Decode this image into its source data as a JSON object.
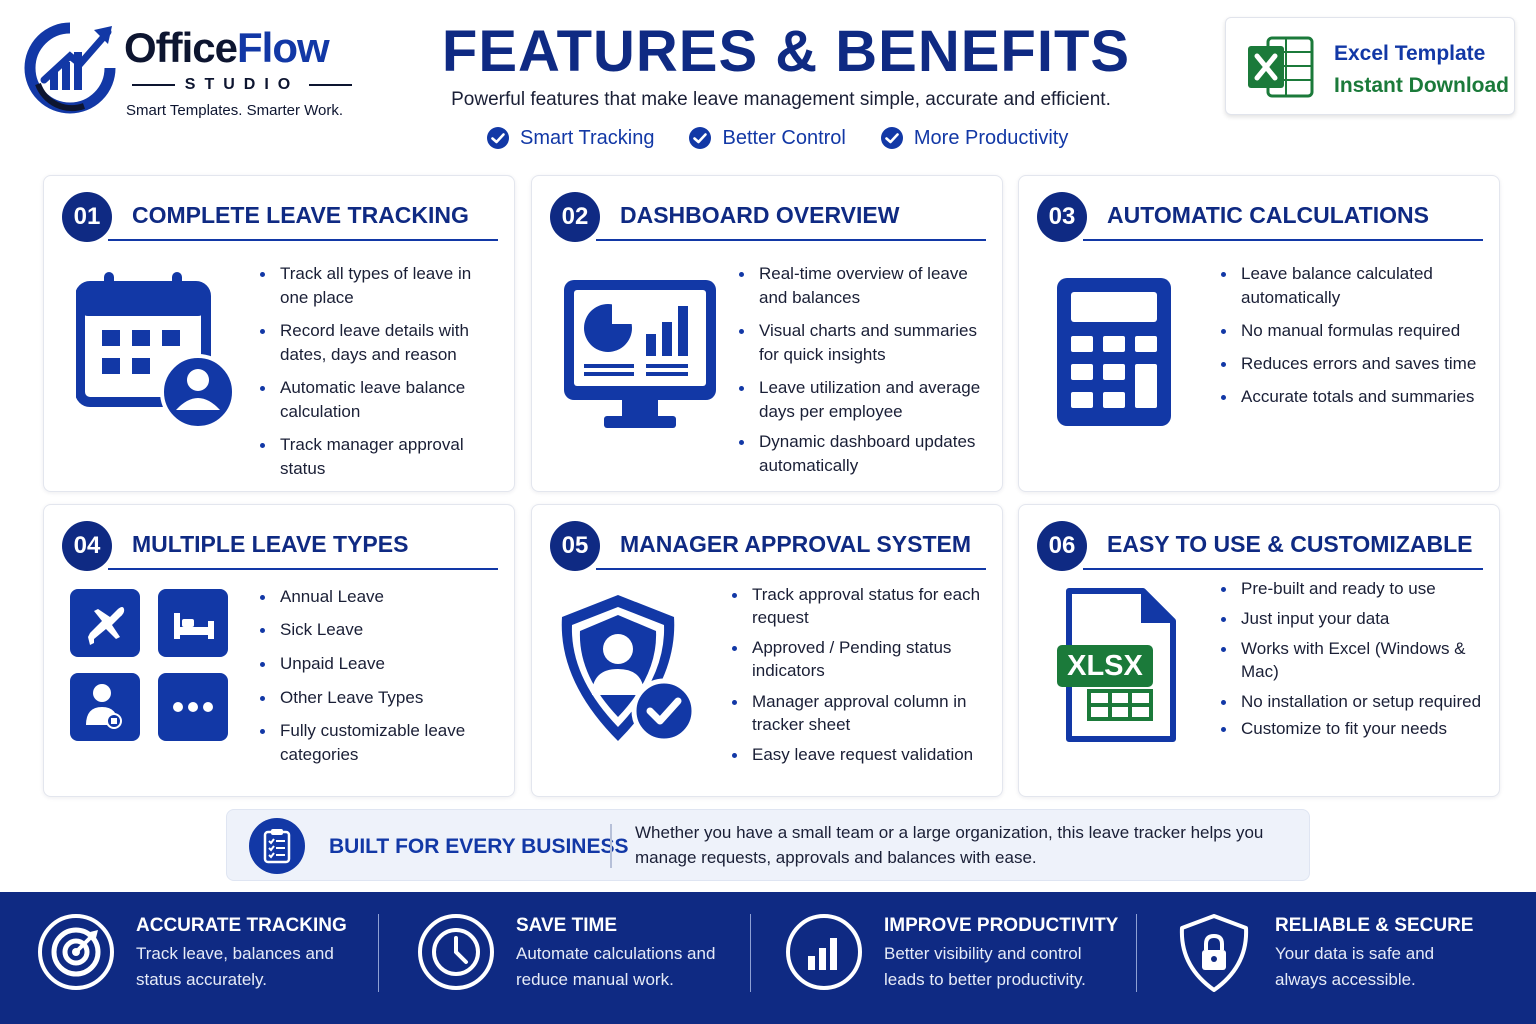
{
  "brand": {
    "name_part1": "Office",
    "name_part2": "Flow",
    "studio": "STUDIO",
    "tagline": "Smart Templates. Smarter Work."
  },
  "header": {
    "title": "FEATURES & BENEFITS",
    "subtitle": "Powerful features that make leave management simple, accurate and efficient.",
    "checks": [
      "Smart Tracking",
      "Better Control",
      "More Productivity"
    ]
  },
  "excel_badge": {
    "line1": "Excel Template",
    "line2": "Instant Download",
    "icon": "excel-icon"
  },
  "cards": [
    {
      "num": "01",
      "title": "COMPLETE LEAVE TRACKING",
      "icon": "calendar-user-icon",
      "items": [
        "Track all types of leave in one place",
        "Record leave details with dates, days and reason",
        "Automatic leave balance calculation",
        "Track manager approval status"
      ]
    },
    {
      "num": "02",
      "title": "DASHBOARD OVERVIEW",
      "icon": "monitor-chart-icon",
      "items": [
        "Real-time overview of leave and balances",
        "Visual charts and summaries for quick insights",
        "Leave utilization and average days per employee",
        "Dynamic dashboard updates automatically"
      ]
    },
    {
      "num": "03",
      "title": "AUTOMATIC CALCULATIONS",
      "icon": "calculator-icon",
      "items": [
        "Leave balance calculated automatically",
        "No manual formulas required",
        "Reduces errors and saves time",
        "Accurate totals and summaries"
      ]
    },
    {
      "num": "04",
      "title": "MULTIPLE LEAVE TYPES",
      "icon": "leave-types-icon",
      "items": [
        "Annual Leave",
        "Sick Leave",
        "Unpaid Leave",
        "Other Leave Types",
        "Fully customizable leave categories"
      ]
    },
    {
      "num": "05",
      "title": "MANAGER APPROVAL SYSTEM",
      "icon": "shield-user-check-icon",
      "items": [
        "Track approval status for each request",
        "Approved / Pending status indicators",
        "Manager approval column in tracker sheet",
        "Easy leave request validation"
      ]
    },
    {
      "num": "06",
      "title": "EASY TO USE & CUSTOMIZABLE",
      "icon": "xlsx-file-icon",
      "icon_label": "XLSX",
      "items": [
        "Pre-built and ready to use",
        "Just input your data",
        "Works with Excel (Windows & Mac)",
        "No installation or setup required",
        "Customize to fit your needs"
      ]
    }
  ],
  "banner": {
    "title": "BUILT FOR EVERY BUSINESS",
    "text": "Whether you have a small team or a large organization, this leave tracker helps you manage requests, approvals and balances with ease.",
    "icon": "clipboard-checklist-icon"
  },
  "footer": [
    {
      "title": "ACCURATE TRACKING",
      "text1": "Track leave, balances and",
      "text2": "status accurately.",
      "icon": "target-icon"
    },
    {
      "title": "SAVE TIME",
      "text1": "Automate calculations and",
      "text2": "reduce manual work.",
      "icon": "clock-icon"
    },
    {
      "title": "IMPROVE PRODUCTIVITY",
      "text1": "Better visibility and control",
      "text2": "leads to better productivity.",
      "icon": "bar-chart-icon"
    },
    {
      "title": "RELIABLE & SECURE",
      "text1": "Your data is safe and",
      "text2": "always accessible.",
      "icon": "shield-lock-icon"
    }
  ],
  "colors": {
    "primary": "#0f2a83",
    "accent": "#1238a6",
    "excel_green": "#1b7a3a"
  }
}
